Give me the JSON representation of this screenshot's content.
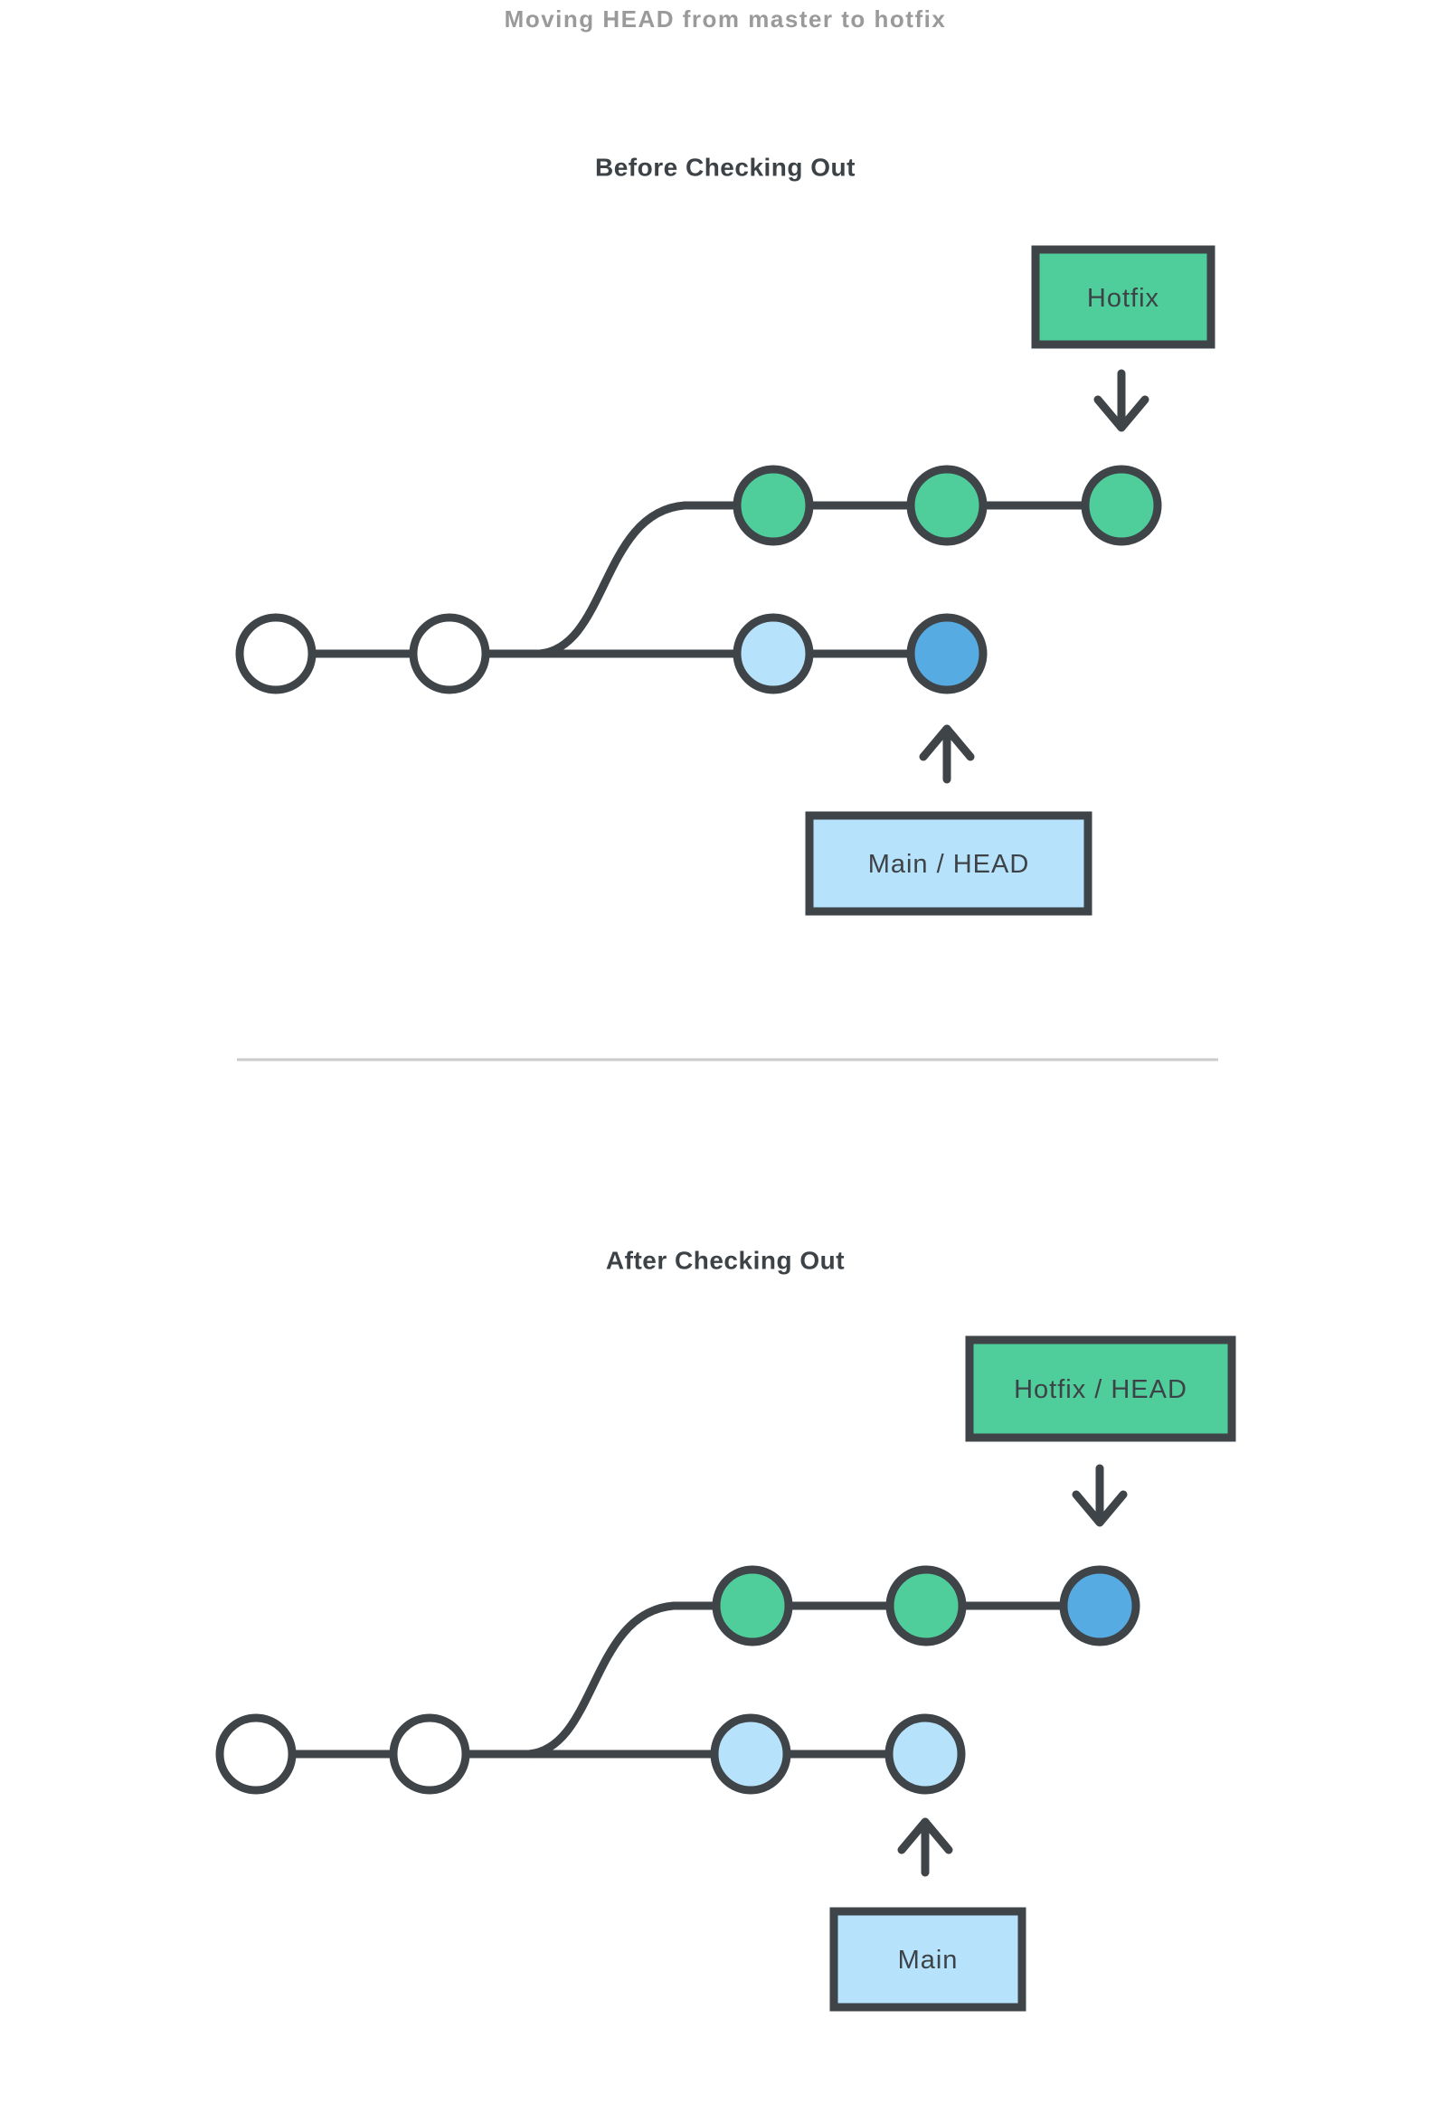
{
  "page": {
    "title": "Moving HEAD from master to hotfix"
  },
  "colors": {
    "background": "#FFFFFF",
    "outline": "#3F4448",
    "green": "#4FCD9B",
    "light_blue": "#B6E2FB",
    "medium_blue": "#56ABE3",
    "white": "#FFFFFF",
    "title_gray": "#9A9A9A",
    "heading_dark": "#3D4247",
    "divider_gray": "#CBCBCB"
  },
  "before": {
    "heading": "Before Checking Out",
    "hotfix_box_label": "Hotfix",
    "main_box_label": "Main / HEAD",
    "hotfix_branch_commits": [
      "green",
      "green",
      "green"
    ],
    "main_branch_commits": [
      "white",
      "white",
      "light_blue",
      "medium_blue"
    ]
  },
  "after": {
    "heading": "After Checking Out",
    "hotfix_box_label": "Hotfix / HEAD",
    "main_box_label": "Main",
    "hotfix_branch_commits": [
      "green",
      "green",
      "medium_blue"
    ],
    "main_branch_commits": [
      "white",
      "white",
      "light_blue",
      "light_blue"
    ]
  }
}
